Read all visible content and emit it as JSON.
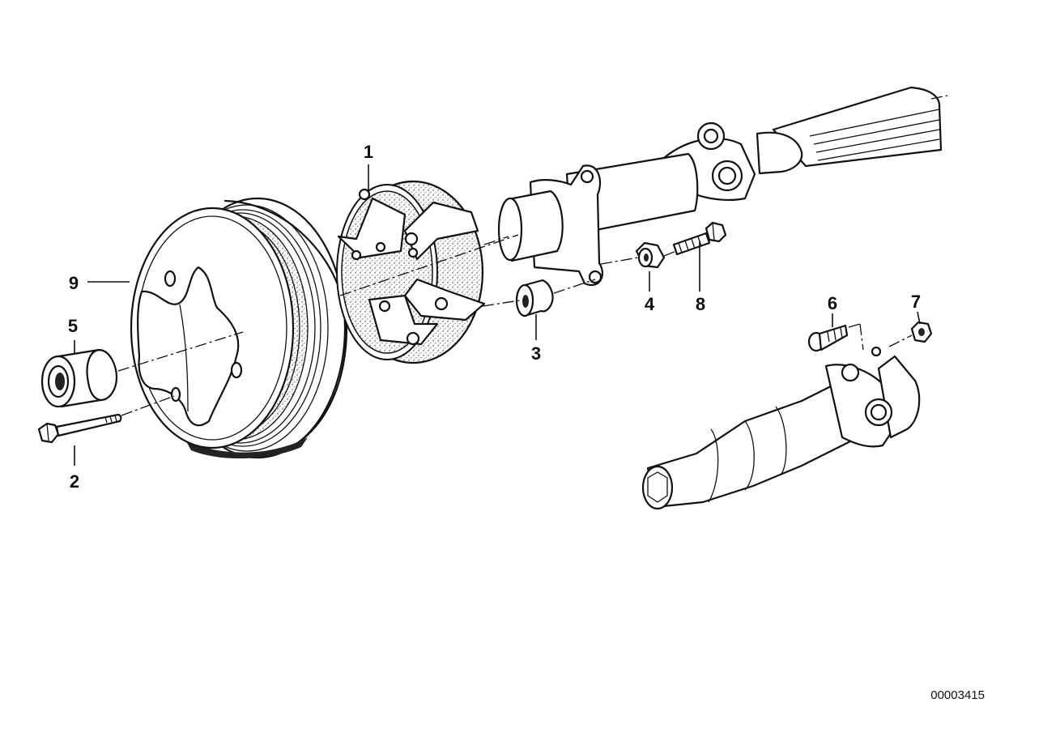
{
  "diagram": {
    "callouts": [
      {
        "id": "1",
        "label": "1"
      },
      {
        "id": "2",
        "label": "2"
      },
      {
        "id": "3",
        "label": "3"
      },
      {
        "id": "4",
        "label": "4"
      },
      {
        "id": "5",
        "label": "5"
      },
      {
        "id": "6",
        "label": "6"
      },
      {
        "id": "7",
        "label": "7"
      },
      {
        "id": "8",
        "label": "8"
      },
      {
        "id": "9",
        "label": "9"
      }
    ],
    "document_number": "00003415"
  }
}
